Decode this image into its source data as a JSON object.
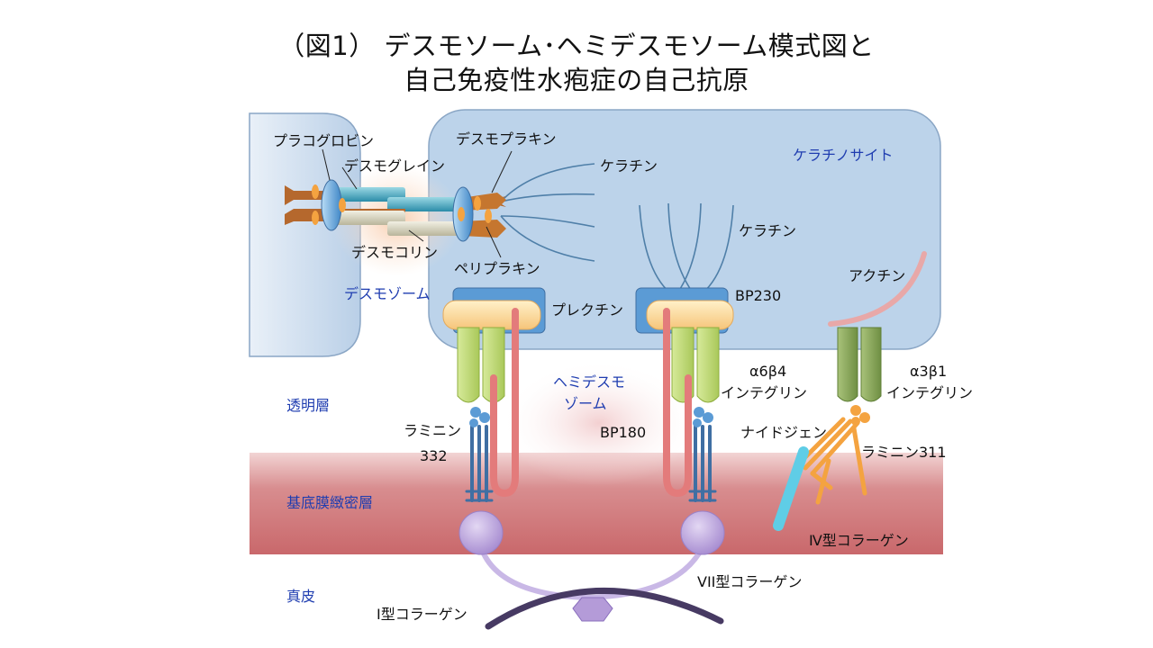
{
  "title": {
    "line1": "（図1） デスモソーム･ヘミデスモソーム模式図と",
    "line2": "自己免疫性水疱症の自己抗原"
  },
  "labels": {
    "plakoglobin": "プラコグロビン",
    "desmoplakin": "デスモプラキン",
    "desmoglein": "デスモグレイン",
    "keratin_desmosome": "ケラチン",
    "keratinocyte": "ケラチノサイト",
    "keratin_hemi": "ケラチン",
    "desmocollin": "デスモコリン",
    "periplakin": "ペリプラキン",
    "actin": "アクチン",
    "desmosome": "デスモゾーム",
    "plectin": "プレクチン",
    "bp230": "BP230",
    "hemidesmosome_1": "ヘミデスモ",
    "hemidesmosome_2": "ゾーム",
    "a6b4": "α6β4",
    "a6b4_integrin": "インテグリン",
    "a3b1": "α3β1",
    "a3b1_integrin": "インテグリン",
    "lamina_lucida": "透明層",
    "laminin332_1": "ラミニン",
    "laminin332_2": "332",
    "bp180": "BP180",
    "nidogen": "ナイドジェン",
    "laminin311": "ラミニン311",
    "lamina_densa": "基底膜緻密層",
    "collagen4": "Ⅳ型コラーゲン",
    "collagen7": "VII型コラーゲン",
    "dermis": "真皮",
    "collagen1": "Ⅰ型コラーゲン"
  },
  "colors": {
    "cell_fill": "#bcd3ea",
    "cell_stroke": "#8aa6c5",
    "lamina_densa": "#cf7e80",
    "keratin": "#4f7fa8",
    "plaque": "#fdd89a",
    "plectin": "#5b9bd5",
    "integrin_a6b4": "#b8d46a",
    "integrin_a3b1": "#7e9e4c",
    "bp180": "#e37b7b",
    "laminin332": "#3f6fa3",
    "laminin311": "#f4a340",
    "collagen4": "#5fcde6",
    "collagen7": "#b49bd8",
    "collagen1": "#473a63",
    "label_blue": "#1f3db0"
  }
}
